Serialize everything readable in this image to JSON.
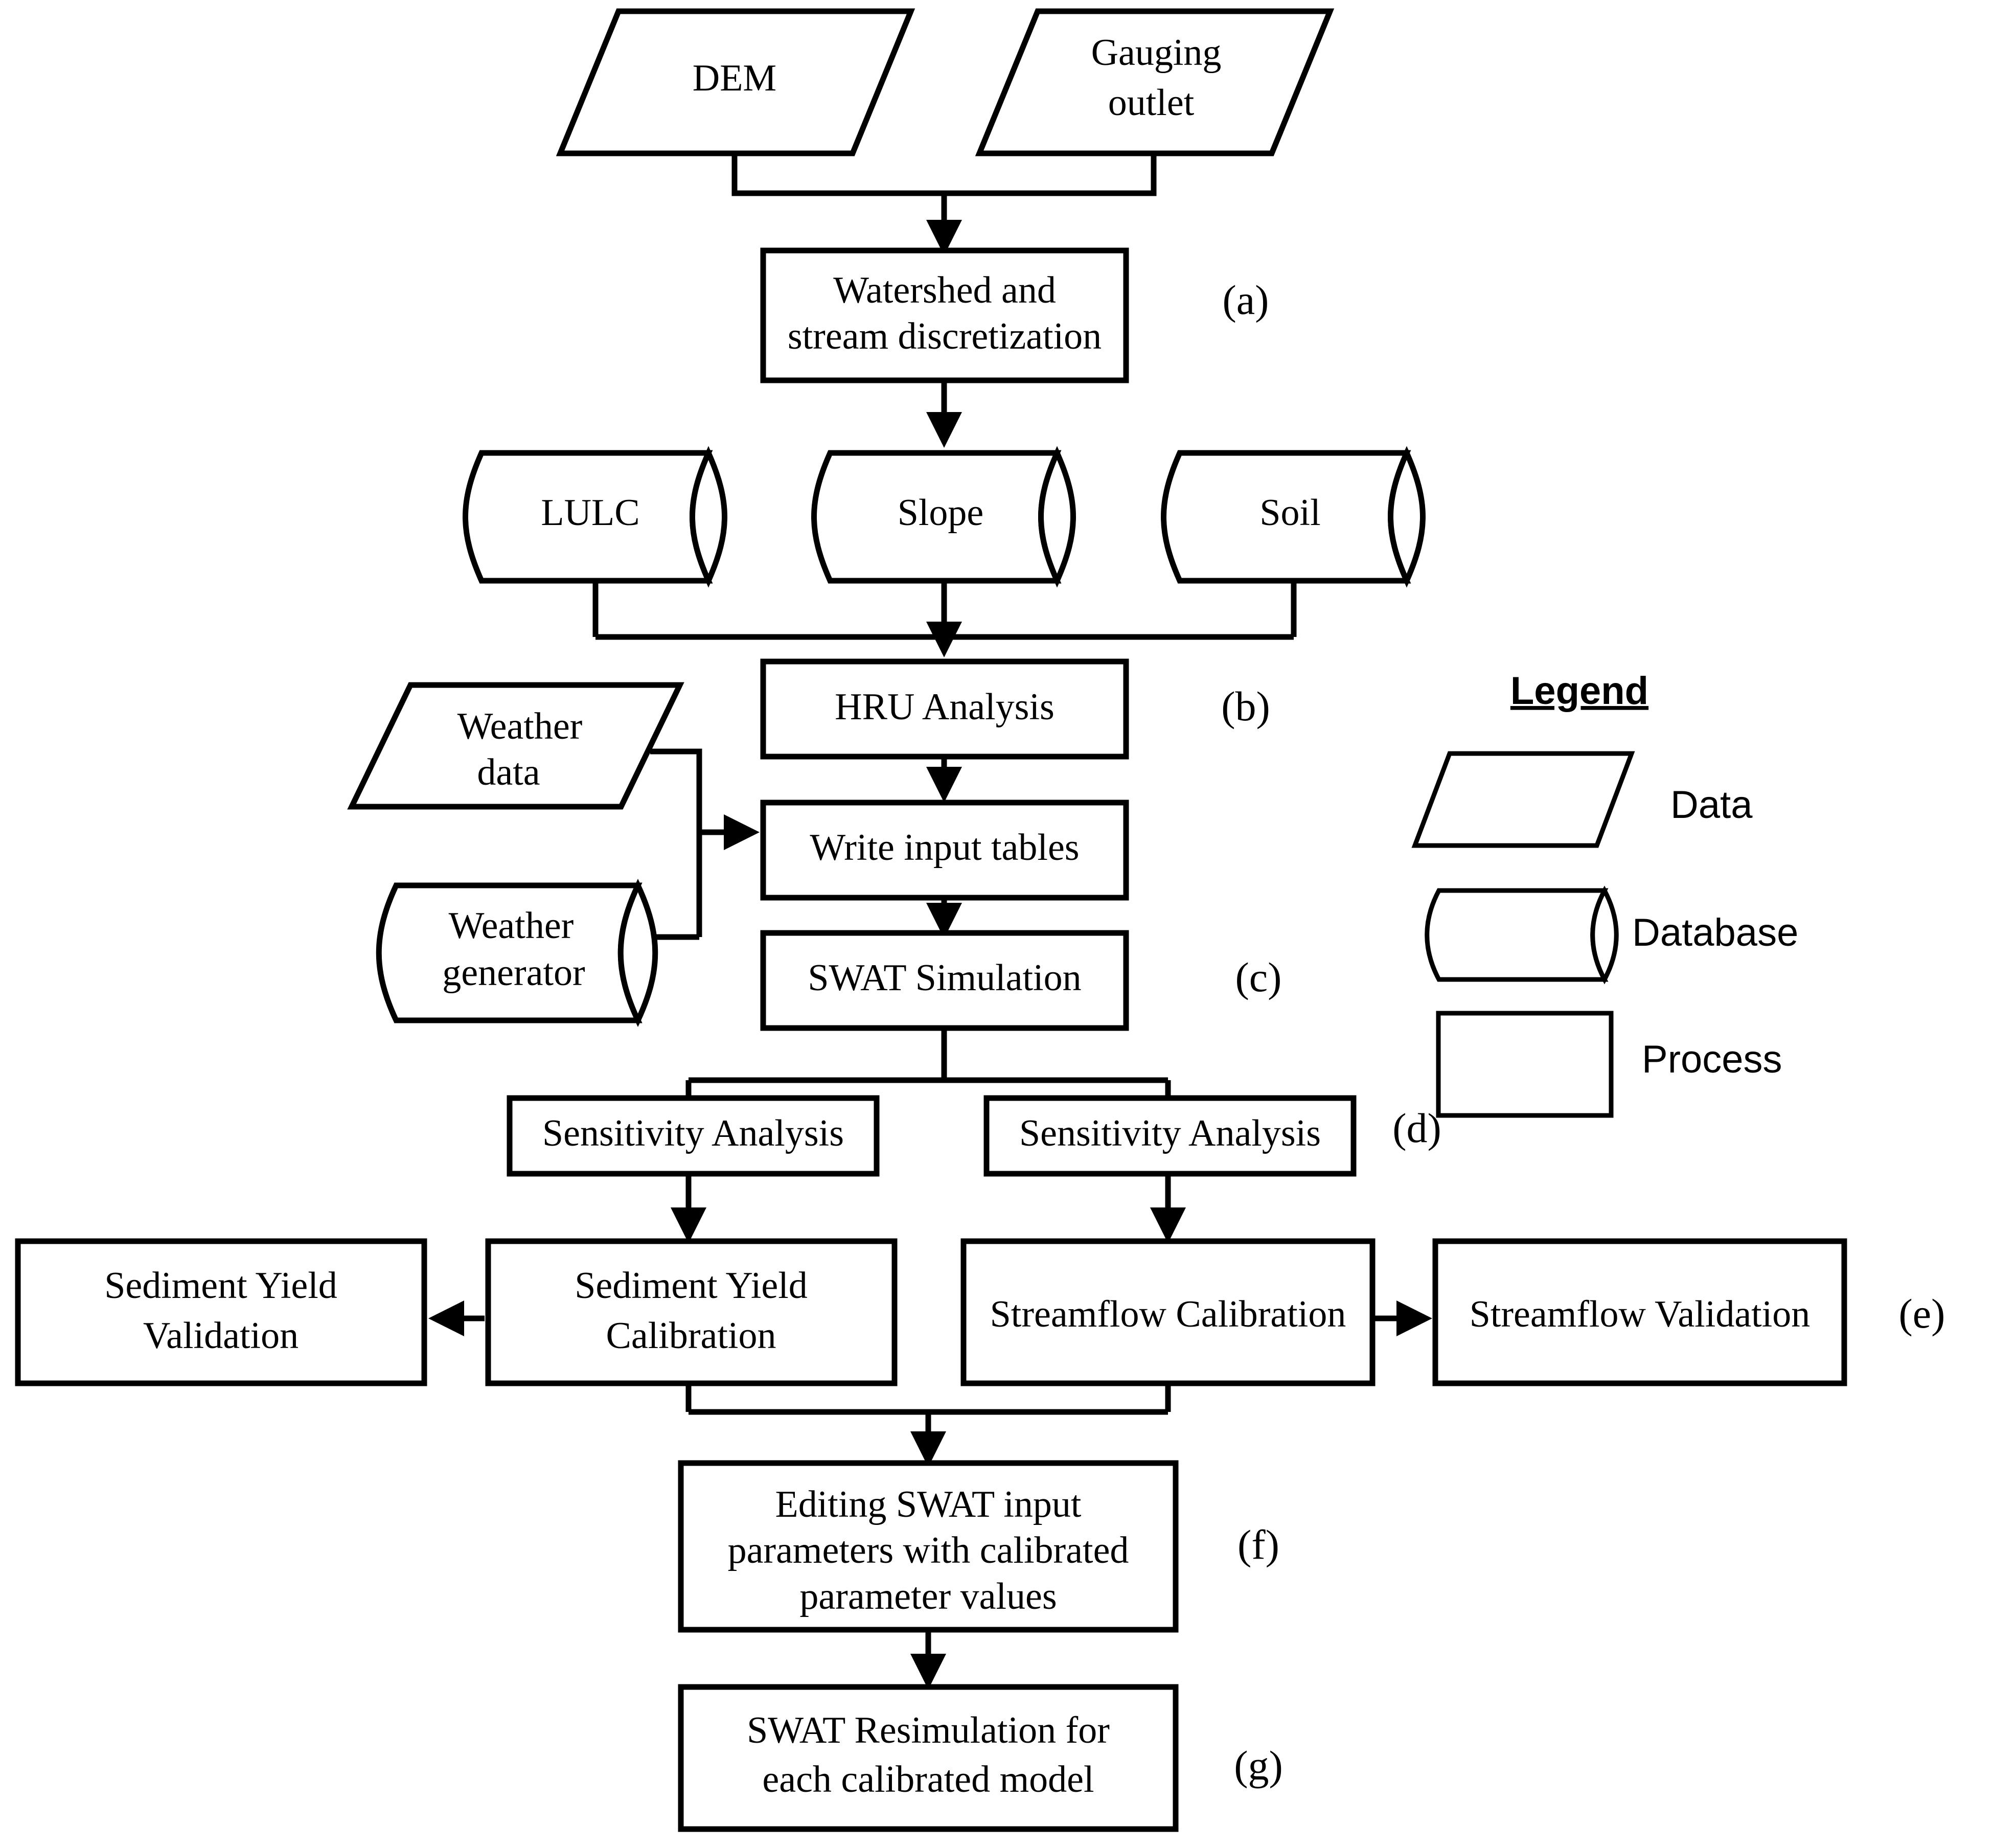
{
  "diagram": {
    "title": "SWAT modelling workflow flowchart",
    "stroke_color": "#000000",
    "fill_color": "#ffffff"
  },
  "nodes": {
    "dem": {
      "label": "DEM",
      "shape": "data"
    },
    "gauging_outlet": {
      "label_line1": "Gauging",
      "label_line2": "outlet",
      "shape": "data"
    },
    "watershed": {
      "label_line1": "Watershed and",
      "label_line2": "stream discretization",
      "shape": "process"
    },
    "lulc": {
      "label": "LULC",
      "shape": "database"
    },
    "slope": {
      "label": "Slope",
      "shape": "database"
    },
    "soil": {
      "label": "Soil",
      "shape": "database"
    },
    "hru_analysis": {
      "label": "HRU Analysis",
      "shape": "process"
    },
    "weather_data": {
      "label_line1": "Weather",
      "label_line2": "data",
      "shape": "data"
    },
    "weather_generator": {
      "label_line1": "Weather",
      "label_line2": "generator",
      "shape": "database"
    },
    "write_input_tables": {
      "label": "Write input tables",
      "shape": "process"
    },
    "swat_simulation": {
      "label": "SWAT Simulation",
      "shape": "process"
    },
    "sensitivity_left": {
      "label": "Sensitivity Analysis",
      "shape": "process"
    },
    "sensitivity_right": {
      "label": "Sensitivity Analysis",
      "shape": "process"
    },
    "sediment_validation": {
      "label_line1": "Sediment Yield",
      "label_line2": "Validation",
      "shape": "process"
    },
    "sediment_calibration": {
      "label_line1": "Sediment Yield",
      "label_line2": "Calibration",
      "shape": "process"
    },
    "streamflow_calibration": {
      "label": "Streamflow Calibration",
      "shape": "process"
    },
    "streamflow_validation": {
      "label": "Streamflow Validation",
      "shape": "process"
    },
    "editing_params": {
      "label_line1": "Editing SWAT input",
      "label_line2": "parameters with calibrated",
      "label_line3": "parameter values",
      "shape": "process"
    },
    "swat_resimulation": {
      "label_line1": "SWAT Resimulation for",
      "label_line2": "each calibrated model",
      "shape": "process"
    }
  },
  "section_labels": {
    "a": "(a)",
    "b": "(b)",
    "c": "(c)",
    "d": "(d)",
    "e": "(e)",
    "f": "(f)",
    "g": "(g)"
  },
  "legend": {
    "title": "Legend",
    "items": [
      {
        "key": "data",
        "label": "Data",
        "shape": "parallelogram"
      },
      {
        "key": "database",
        "label": "Database",
        "shape": "cylinder"
      },
      {
        "key": "process",
        "label": "Process",
        "shape": "rectangle"
      }
    ]
  }
}
